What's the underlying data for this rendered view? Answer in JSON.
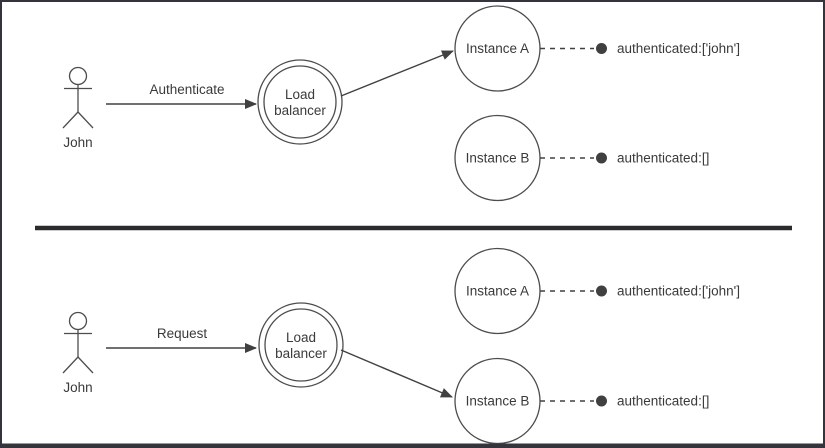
{
  "colors": {
    "bg": "#ffffff",
    "stroke": "#4d4d4d",
    "line": "#404040",
    "text": "#3a3a3a",
    "border": "#34343c",
    "divider": "#2b2b2e"
  },
  "panels": [
    {
      "name": "authentication-flow",
      "actor_label": "John",
      "arrow_label": "Authenticate",
      "load_balancer": {
        "line1": "Load",
        "line2": "balancer"
      },
      "routed_to": "Instance A",
      "instances": [
        {
          "label": "Instance A",
          "state": "authenticated:['john']"
        },
        {
          "label": "Instance B",
          "state": "authenticated:[]"
        }
      ]
    },
    {
      "name": "request-flow",
      "actor_label": "John",
      "arrow_label": "Request",
      "load_balancer": {
        "line1": "Load",
        "line2": "balancer"
      },
      "routed_to": "Instance B",
      "instances": [
        {
          "label": "Instance A",
          "state": "authenticated:['john']"
        },
        {
          "label": "Instance B",
          "state": "authenticated:[]"
        }
      ]
    }
  ]
}
